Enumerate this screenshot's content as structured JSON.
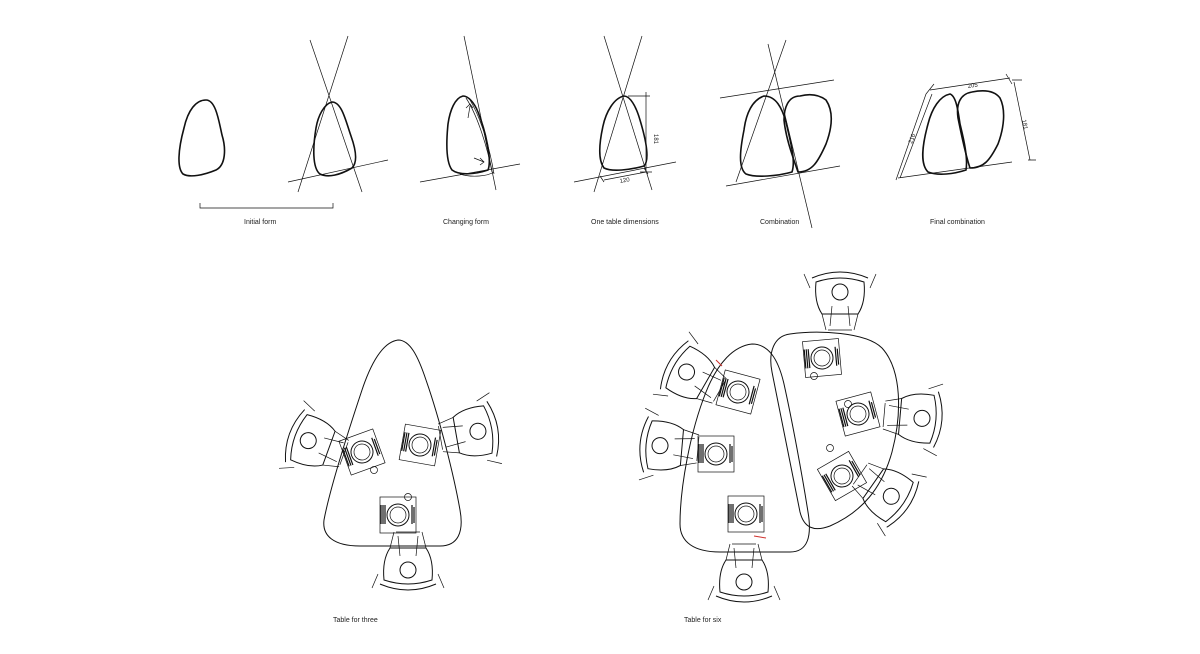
{
  "captions": {
    "initial": "Initial form",
    "changing": "Changing form",
    "one_table": "One table dimensions",
    "combination": "Combination",
    "final": "Final combination",
    "table_three": "Table for three",
    "table_six": "Table for six"
  },
  "dimensions": {
    "one_width": "120",
    "one_height": "181",
    "final_width": "205",
    "final_left": "216",
    "final_right": "181"
  },
  "colors": {
    "ink": "#111111",
    "accent_red": "#d0302c"
  }
}
